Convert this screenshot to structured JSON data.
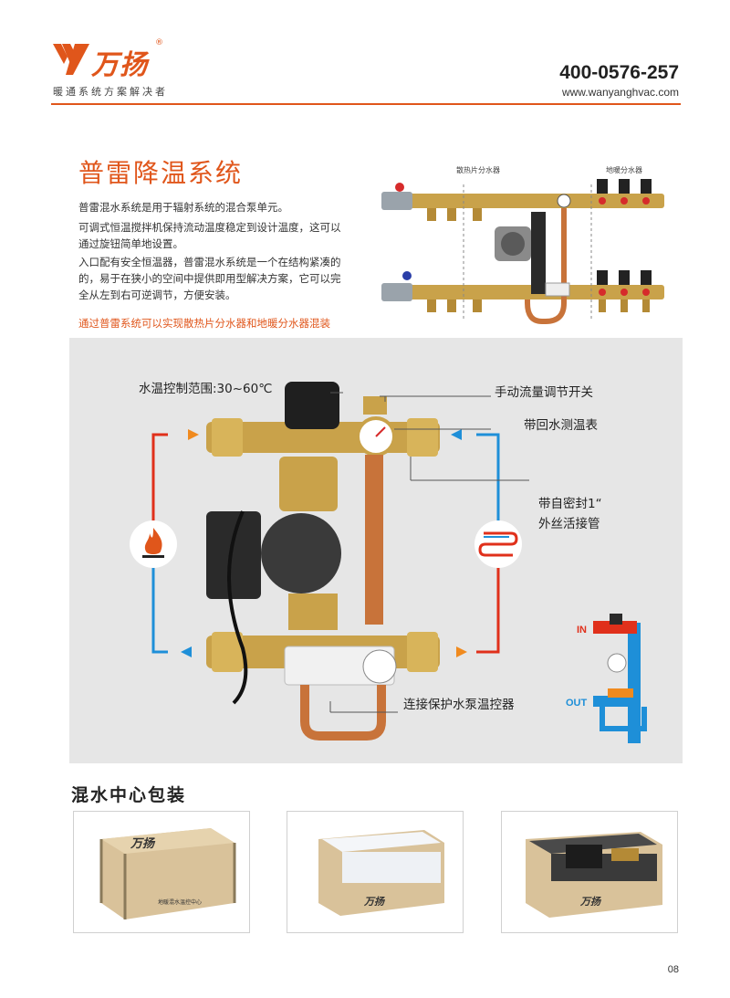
{
  "header": {
    "brand_name": "万扬",
    "registered_mark": "®",
    "slogan": "暖通系统方案解决者",
    "phone": "400-0576-257",
    "website": "www.wanyanghvac.com"
  },
  "intro": {
    "title": "普雷降温系统",
    "paragraphs": [
      "普雷混水系统是用于辐射系统的混合泵单元。",
      "可调式恒温搅拌机保持流动温度稳定到设计温度，这可以通过旋钮简单地设置。",
      "入口配有安全恒温器，普雷混水系统是一个在结构紧凑的的，易于在狭小的空间中提供即用型解决方案，它可以完全从左到右可逆调节，方便安装。"
    ],
    "highlight_note": "通过普雷系统可以实现散热片分水器和地暖分水器混装"
  },
  "manifold_diagram": {
    "left_label": "散热片分水器",
    "right_label": "地暖分水器"
  },
  "product_panel": {
    "callouts": {
      "temp_range": "水温控制范围:30~60℃",
      "flow_switch": "手动流量调节开关",
      "return_gauge": "带回水测温表",
      "self_seal_line1": "带自密封1“",
      "self_seal_line2": "外丝活接管",
      "pump_controller": "连接保护水泵温控器"
    },
    "legend": {
      "in_label": "IN",
      "out_label": "OUT"
    },
    "colors": {
      "hot": "#e0301b",
      "cold": "#1e8fd8",
      "brass": "#c9a24a",
      "copper": "#c8733a"
    }
  },
  "packaging": {
    "title": "混水中心包装",
    "box_brand": "万扬",
    "box_caption": "地暖混水温控中心"
  },
  "footer": {
    "page_number": "08"
  }
}
